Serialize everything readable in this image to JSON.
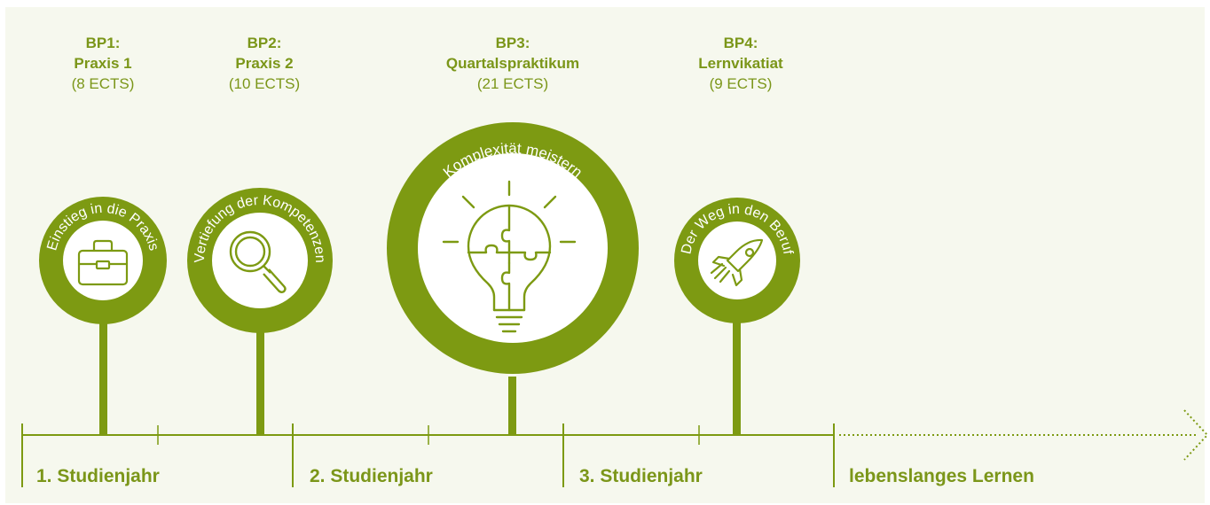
{
  "colors": {
    "green": "#7d9a12",
    "text_green": "#7b9619",
    "background": "#f6f8ee",
    "white": "#ffffff"
  },
  "phases": [
    {
      "code": "BP1:",
      "title": "Praxis 1",
      "credits": "(8 ECTS)",
      "arc_text": "Einstieg in die Praxis",
      "icon": "briefcase-icon"
    },
    {
      "code": "BP2:",
      "title": "Praxis 2",
      "credits": "(10 ECTS)",
      "arc_text": "Vertiefung der Kompetenzen",
      "icon": "magnifier-icon"
    },
    {
      "code": "BP3:",
      "title": "Quartalspraktikum",
      "credits": "(21 ECTS)",
      "arc_text": "Komplexität meistern",
      "icon": "lightbulb-puzzle-icon"
    },
    {
      "code": "BP4:",
      "title": "Lernvikatiat",
      "credits": "(9 ECTS)",
      "arc_text": "Der Weg in den Beruf",
      "icon": "rocket-icon"
    }
  ],
  "timeline": {
    "years": [
      "1. Studienjahr",
      "2. Studienjahr",
      "3. Studienjahr",
      "lebenslanges Lernen"
    ]
  }
}
